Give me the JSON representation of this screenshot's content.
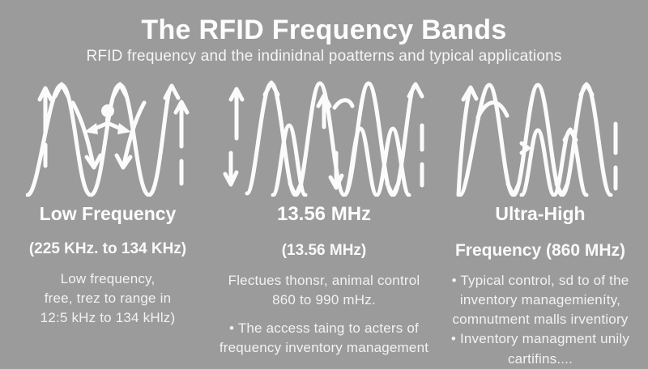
{
  "theme": {
    "background": "#9b9b9b",
    "ink": "#fdfdfd",
    "body_ink": "#f2f2f2",
    "wave_color": "#fbfbfb"
  },
  "header": {
    "title": "The RFID Frequency Bands",
    "subtitle": "RFID frequency and the indinidnal poatterns and typical applications"
  },
  "panels": [
    {
      "heading": "Low Frequency",
      "subheading": "(225 KHz. to 134 KHz)",
      "body": [
        "Low frequency,",
        "free, trez to range in",
        "12:5 kHz to 134 kHlz)"
      ]
    },
    {
      "heading": "13.56 MHz",
      "subheading": "(13.56 MHz)",
      "body": [
        "Flectues thonsr, animal control",
        "860 to 990 mHz.",
        "• The access taing to acters of",
        "frequency inventory management"
      ]
    },
    {
      "heading": "Ultra-High",
      "subheading": "Frequency (860 MHz)",
      "body": [
        "• Typical control, sd to of the",
        "inventory managemieníty,",
        "comnutment malls irventiory",
        "• Inventory managment unily",
        "cartifins...."
      ]
    }
  ]
}
